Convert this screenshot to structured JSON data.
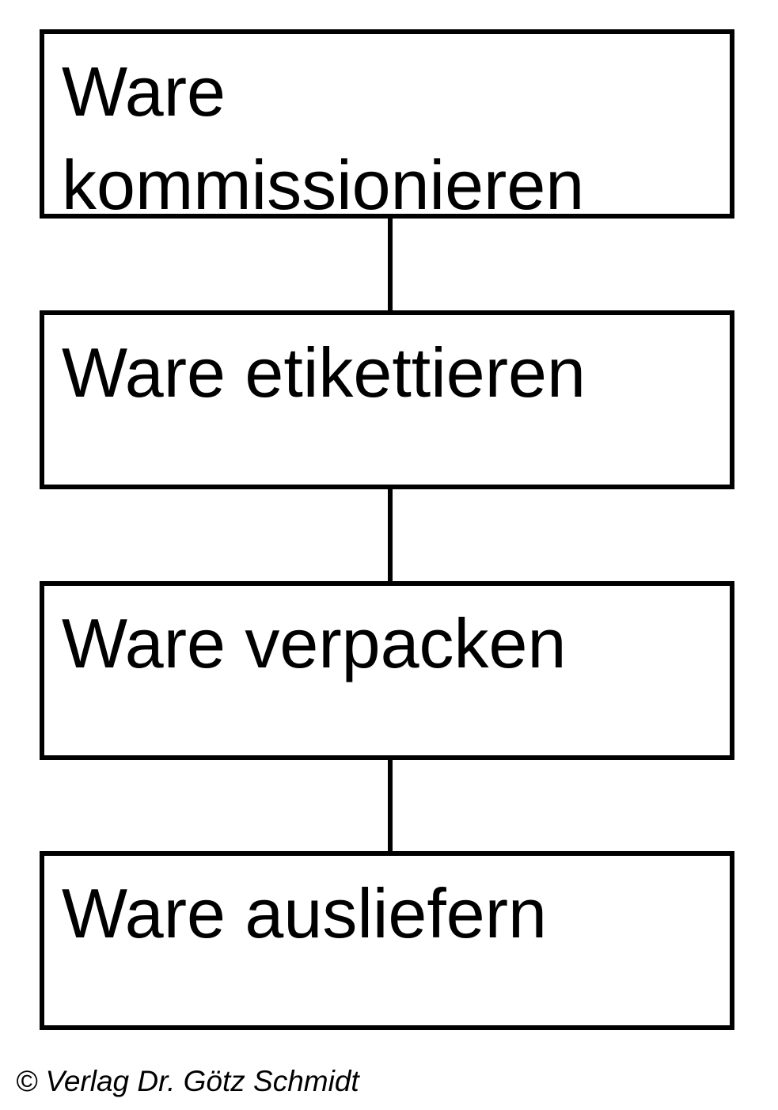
{
  "steps": [
    {
      "label": "Ware kommissionieren"
    },
    {
      "label": "Ware etikettieren"
    },
    {
      "label": "Ware verpacken"
    },
    {
      "label": "Ware ausliefern"
    }
  ],
  "copyright": "© Verlag Dr. Götz Schmidt",
  "colors": {
    "stroke": "#000000",
    "background": "#ffffff",
    "text": "#000000"
  }
}
